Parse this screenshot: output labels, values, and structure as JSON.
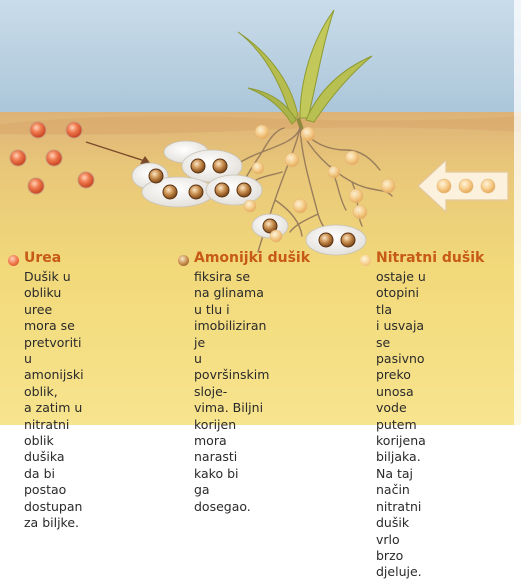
{
  "colors": {
    "urea": "#e8623a",
    "amonijski": "#a8662e",
    "nitratni": "#f7cc8a",
    "title": "#c65a16"
  },
  "legend": [
    {
      "id": "urea",
      "title": "Urea",
      "text": "Dušik u obliku\nuree mora se\npretvoriti u\namonijski oblik,\na zatim u nitratni\noblik dušika da bi\npostao dostupan\nza biljke."
    },
    {
      "id": "amonijski",
      "title": "Amonijki dušik",
      "text": "fiksira se na glinama\nu tlu i imobiliziran je\nu površinskim sloje-\nvima. Biljni korijen\nmora narasti kako bi\nga dosegao."
    },
    {
      "id": "nitratni",
      "title": "Nitratni dušik",
      "text": "ostaje u otopini tla\ni usvaja se pasivno\npreko unosa vode\nputem korijena\nbiljaka.\nNa taj način\nnitratni dušik vrlo\nbrzo djeluje."
    }
  ]
}
